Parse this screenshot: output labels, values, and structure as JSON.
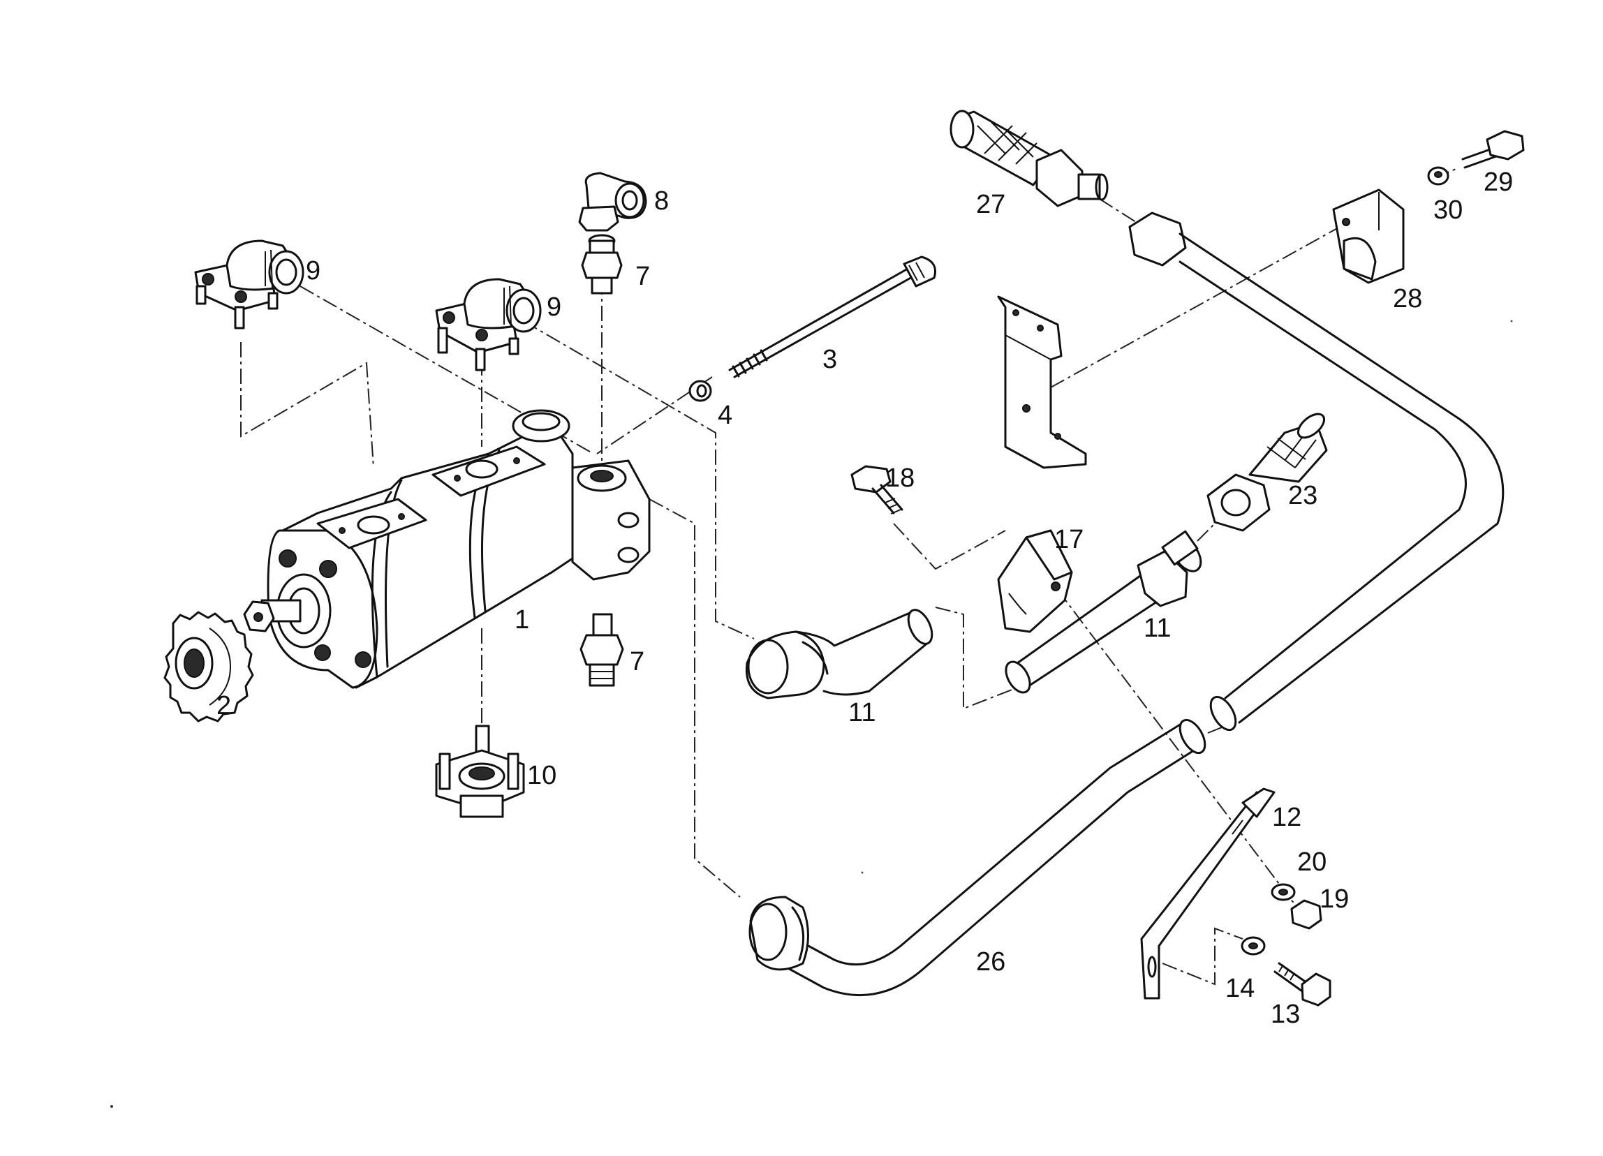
{
  "callouts": {
    "c1": "1",
    "c2": "2",
    "c3": "3",
    "c4": "4",
    "c7a": "7",
    "c7b": "7",
    "c8": "8",
    "c9a": "9",
    "c9b": "9",
    "c10": "10",
    "c11a": "11",
    "c11b": "11",
    "c12": "12",
    "c13": "13",
    "c14": "14",
    "c17": "17",
    "c18": "18",
    "c19": "19",
    "c20": "20",
    "c23": "23",
    "c26": "26",
    "c27": "27",
    "c28": "28",
    "c29": "29",
    "c30": "30"
  },
  "colors": {
    "ink": "#111111",
    "paper": "#ffffff"
  }
}
